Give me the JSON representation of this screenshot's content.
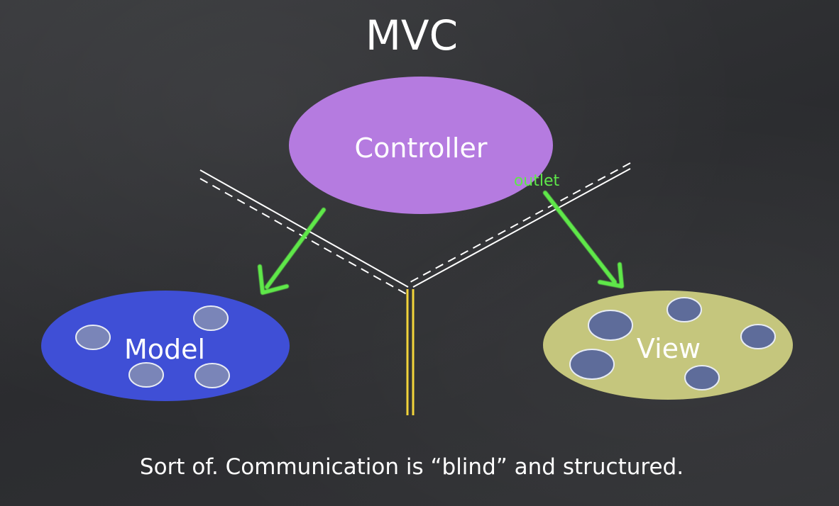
{
  "title": "MVC",
  "controller": {
    "label": "Controller",
    "color": "#b57be0"
  },
  "model": {
    "label": "Model",
    "color": "#3f4fd6"
  },
  "view": {
    "label": "View",
    "color": "#c5c67d"
  },
  "outlet_label": "outlet",
  "arrow_color": "#5fe84a",
  "caption": "Sort of.  Communication is “blind” and structured."
}
